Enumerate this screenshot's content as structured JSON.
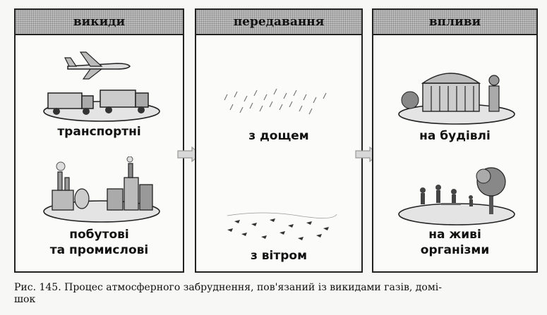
{
  "panels": [
    {
      "header": "викиди",
      "items": [
        {
          "lines": [
            "транспортні"
          ],
          "icon": "vehicles-icon"
        },
        {
          "lines": [
            "побутові",
            "та промислові"
          ],
          "icon": "factory-icon"
        }
      ]
    },
    {
      "header": "передавання",
      "items": [
        {
          "lines": [
            "з дощем"
          ],
          "icon": "rain-icon"
        },
        {
          "lines": [
            "з вітром"
          ],
          "icon": "wind-icon"
        }
      ]
    },
    {
      "header": "впливи",
      "items": [
        {
          "lines": [
            "на будівлі"
          ],
          "icon": "building-icon"
        },
        {
          "lines": [
            "на живі",
            "організми"
          ],
          "icon": "living-organisms-icon"
        }
      ]
    }
  ],
  "caption": {
    "line1": "Рис. 145. Процес атмосферного забруднення, пов'язаний із викидами газів, домі-",
    "line2": "шок"
  }
}
